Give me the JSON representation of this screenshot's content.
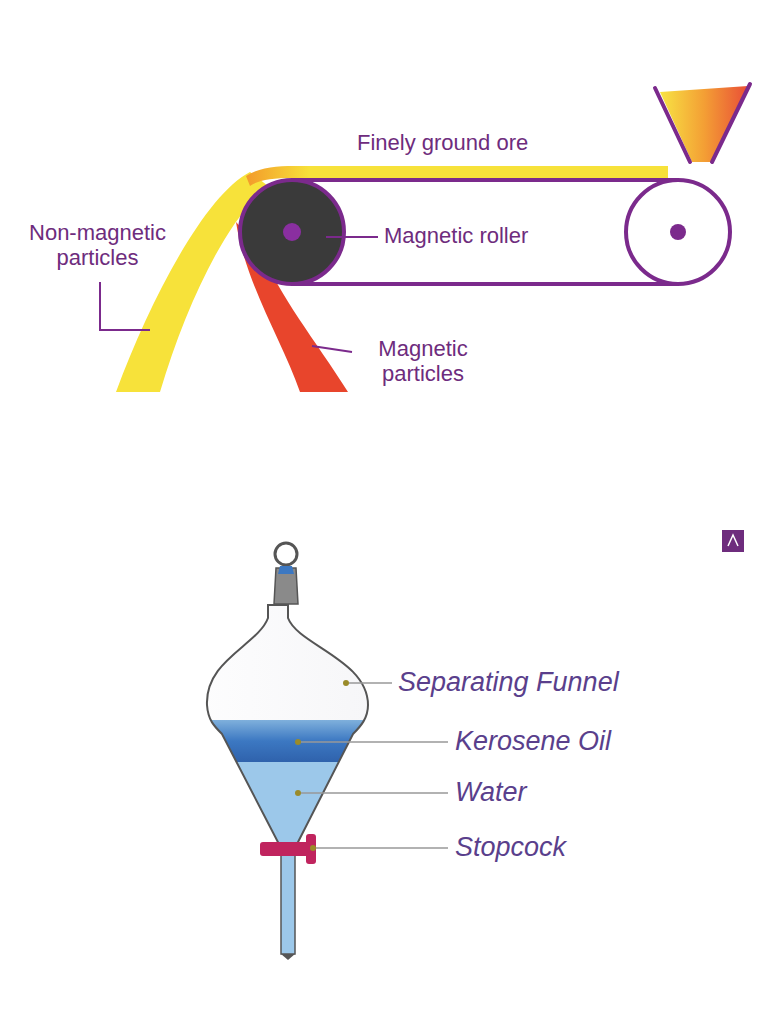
{
  "diagram": {
    "labels": [
      "Finely ground ore",
      "Non-magnetic particles",
      "Magnetic roller",
      "Magnetic particles",
      "Separating Funnel",
      "Kerosene Oil",
      "Water",
      "Stopcock"
    ]
  }
}
